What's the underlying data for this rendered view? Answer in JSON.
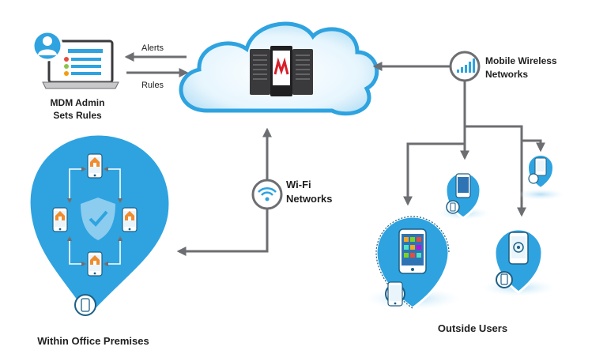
{
  "edges": {
    "alerts": "Alerts",
    "rules": "Rules"
  },
  "nodes": {
    "admin": [
      "MDM Admin",
      "Sets Rules"
    ],
    "mobile": [
      "Mobile Wireless",
      "Networks"
    ],
    "wifi": [
      "Wi-Fi",
      "Networks"
    ],
    "office": "Within Office Premises",
    "outside": "Outside Users"
  },
  "colors": {
    "blue": "#2ea3e0",
    "blue_light": "#c9e9f9",
    "arrow": "#6d6e71",
    "server": "#3a3a3c",
    "accent_red": "#d71f2a",
    "orange": "#f08c2e"
  }
}
